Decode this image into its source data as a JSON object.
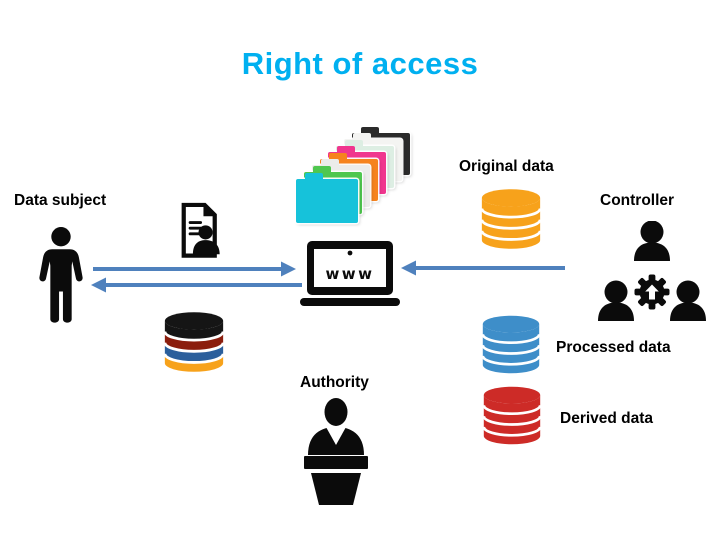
{
  "title": {
    "text": "Right of access"
  },
  "nodes": {
    "data_subject": {
      "label": "Data subject"
    },
    "original_data": {
      "label": "Original data"
    },
    "controller": {
      "label": "Controller"
    },
    "processed_data": {
      "label": "Processed data"
    },
    "derived_data": {
      "label": "Derived data"
    },
    "authority": {
      "label": "Authority"
    }
  },
  "laptop": {
    "screen_text": "www"
  },
  "colors": {
    "background": "#FFFFFF",
    "title": "#00B0F0",
    "arrow": "#4F81BD",
    "icon": "#0B0B0B",
    "db_original": "#F7A21B",
    "db_processed": "#3E8EC9",
    "db_derived": "#CD2B27",
    "db_multi_1": "#151515",
    "db_multi_2": "#8B1D0D",
    "db_multi_3": "#2B5F9C",
    "db_multi_4": "#F7A21B",
    "folders": [
      "#2B2B2B",
      "#F4F4F2",
      "#DDEEE3",
      "#F0368E",
      "#F6831E",
      "#ECECEA",
      "#4FC74F",
      "#16C2DA"
    ]
  },
  "icons": {
    "person-icon": "standing human silhouette",
    "request-document-icon": "document with text lines and user bust",
    "laptop-icon": "laptop showing www on screen",
    "folders-stack-icon": "cascading stack of colored file folders",
    "database-icon": "cylinder of stacked disks",
    "controller-group-icon": "three user busts around gear with up arrow",
    "authority-podium-icon": "speaker behind a lectern",
    "arrow-right-icon": "blue arrow pointing right",
    "arrow-left-icon": "blue arrow pointing left"
  }
}
